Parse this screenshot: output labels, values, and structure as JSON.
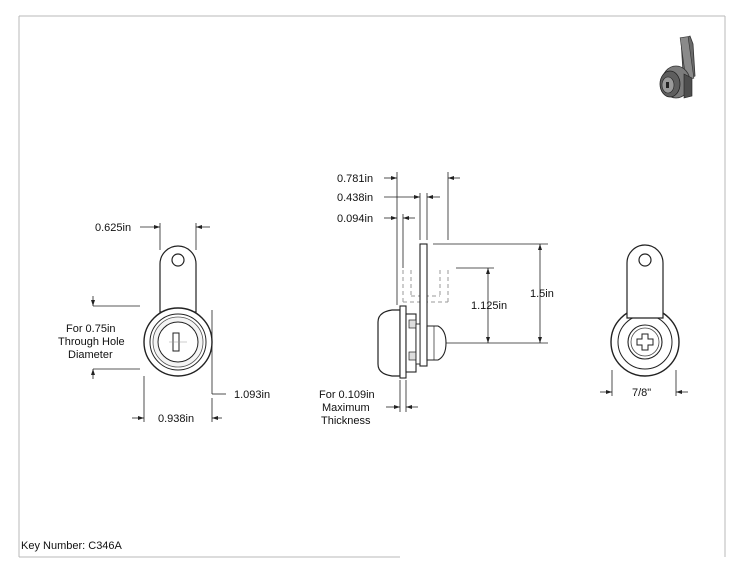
{
  "key_number_label": "Key Number: C346A",
  "front_view": {
    "width_tab": "0.625in",
    "hole_line1": "For 0.75in",
    "hole_line2": "Through Hole",
    "hole_line3": "Diameter",
    "height": "1.093in",
    "width_body": "0.938in"
  },
  "side_view": {
    "dim1": "0.781in",
    "dim2": "0.438in",
    "dim3": "0.094in",
    "dim4": "1.125in",
    "dim5": "1.5in",
    "note_line1": "For 0.109in",
    "note_line2": "Maximum",
    "note_line3": "Thickness"
  },
  "back_view": {
    "width": "7/8\""
  }
}
